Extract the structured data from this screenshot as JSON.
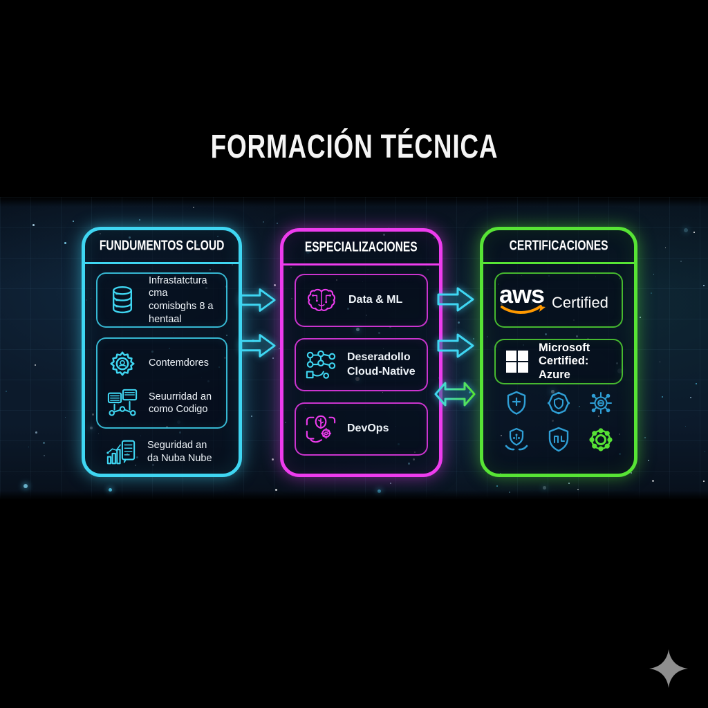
{
  "title": "FORMACIÓN TÉCNICA",
  "colors": {
    "cyan": "#3fd6f2",
    "magenta": "#ee3cee",
    "green": "#57e435",
    "badge-blue": "#2f9fd6",
    "aws-orange": "#ff9900",
    "text": "#f2f6fa"
  },
  "panels": {
    "fundamentos": {
      "header": "FUNDUMENTOS CLOUD",
      "items": [
        {
          "icon": "database-icon",
          "label": "Infrastatctura cma comisbghs 8 a hentaal"
        },
        {
          "icon": "gear-icon",
          "label": "Contemdores"
        },
        {
          "icon": "server-network-icon",
          "label": "Seuurridad an como Codigo"
        },
        {
          "icon": "chart-document-icon",
          "label": "Seguridad an da Nuba Nube"
        }
      ]
    },
    "especializaciones": {
      "header": "ESPECIALIZACIONES",
      "items": [
        {
          "icon": "brain-icon",
          "label": "Data & ML"
        },
        {
          "icon": "flowchart-icon",
          "label": "Deseradollo Cloud-Native"
        },
        {
          "icon": "devops-icon",
          "label": "DevOps"
        }
      ]
    },
    "certificaciones": {
      "header": "CERTIFICACIONES",
      "aws": {
        "logo_text": "aws",
        "label": "Certified"
      },
      "microsoft": {
        "label": "Microsoft Certified: Azure"
      },
      "badges": [
        "shield-plus-badge-icon",
        "hex-shield-badge-icon",
        "gear-star-badge-icon",
        "shield-wreath-badge-icon",
        "shield-monogram-badge-icon",
        "green-rosette-badge-icon"
      ]
    }
  }
}
